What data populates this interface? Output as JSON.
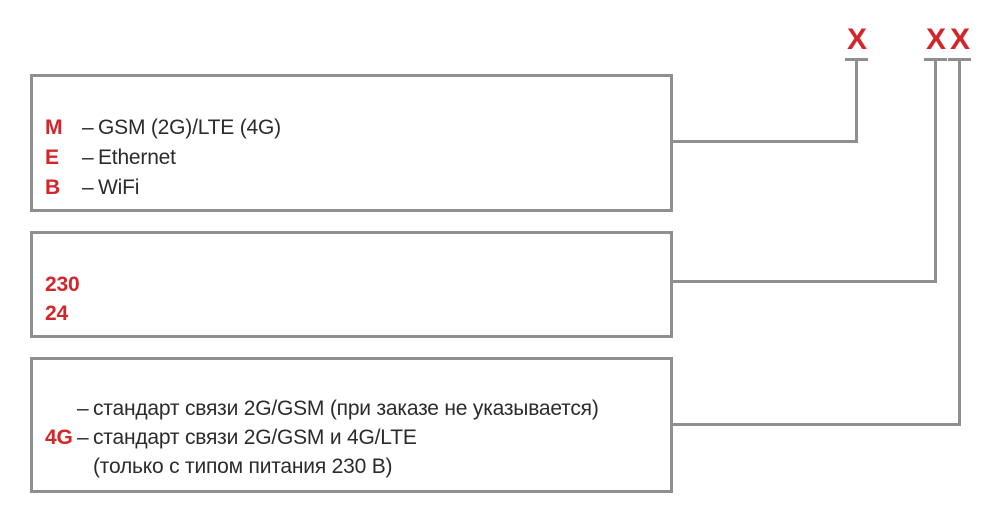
{
  "colors": {
    "red": "#d2262b",
    "gray": "#8d8f91",
    "dark": "#2b2b2b",
    "bg": "#ffffff"
  },
  "marks": {
    "x1": "X",
    "x2": "X",
    "x3": "X"
  },
  "boxes": {
    "interface": {
      "rows": [
        {
          "code": "M",
          "dash": "–",
          "text": "GSM (2G)/LTE (4G)"
        },
        {
          "code": "E",
          "dash": "–",
          "text": "Ethernet"
        },
        {
          "code": "B",
          "dash": "–",
          "text": "WiFi"
        }
      ]
    },
    "power": {
      "rows": [
        {
          "code": "230",
          "dash": "",
          "text": ""
        },
        {
          "code": "24",
          "dash": "",
          "text": ""
        }
      ]
    },
    "comm_standard": {
      "rows": [
        {
          "code": "",
          "dash": "–",
          "text": "стандарт связи 2G/GSM (при заказе не указывается)"
        },
        {
          "code": "4G",
          "dash": "–",
          "text": "стандарт связи 2G/GSM и 4G/LTE"
        },
        {
          "code": "",
          "dash": "",
          "text": "(только с типом питания 230 В)"
        }
      ]
    }
  }
}
